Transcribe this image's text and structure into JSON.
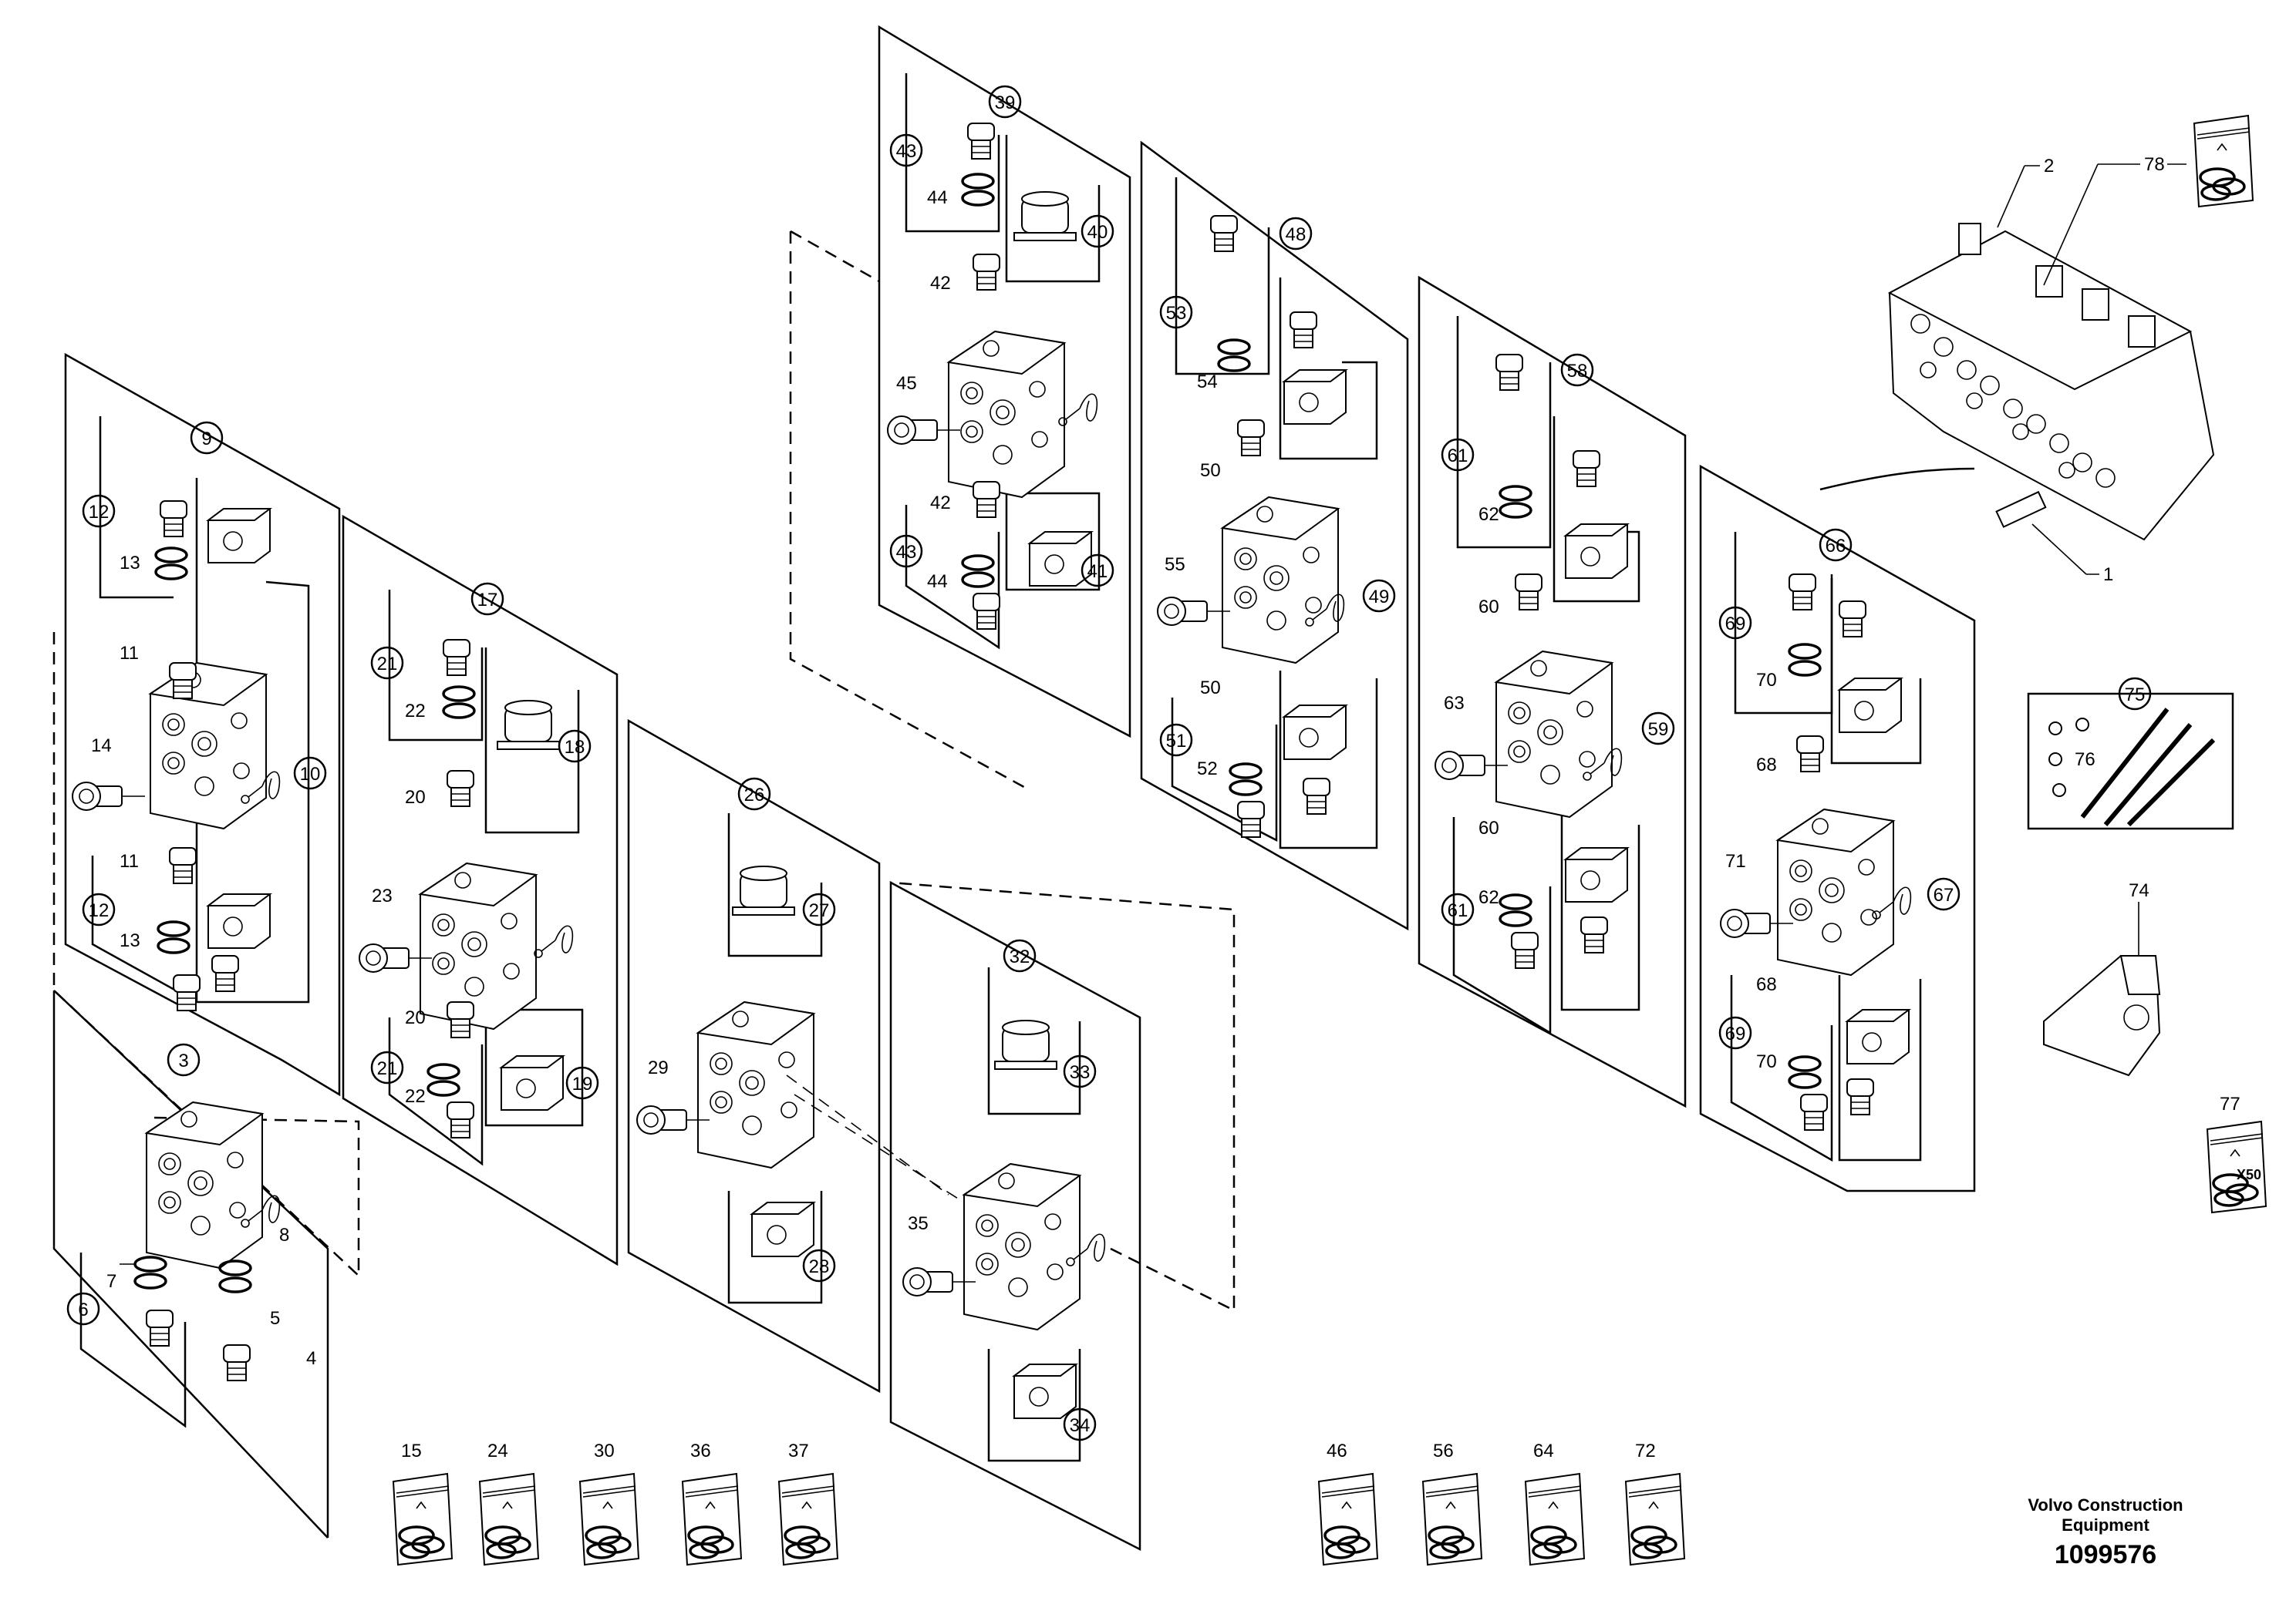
{
  "assembly": {
    "callouts": {
      "main_block": "2",
      "seal_kit_main": "78",
      "bolt": "1"
    }
  },
  "sections": [
    {
      "id": "3",
      "subs": {
        "b": "6",
        "c": "7",
        "d": "5",
        "e": "4",
        "f": "8"
      }
    },
    {
      "id": "9",
      "subs": {
        "a": "12",
        "b": "13",
        "c": "11",
        "d": "14",
        "e": "10",
        "f": "11",
        "g": "12",
        "h": "13"
      }
    },
    {
      "id": "17",
      "subs": {
        "a": "21",
        "b": "22",
        "c": "18",
        "d": "20",
        "e": "23",
        "f": "20",
        "g": "21",
        "h": "22",
        "i": "19"
      }
    },
    {
      "id": "26",
      "subs": {
        "a": "27",
        "b": "29",
        "c": "28"
      }
    },
    {
      "id": "32",
      "subs": {
        "a": "33",
        "b": "35",
        "c": "34"
      }
    },
    {
      "id": "39",
      "subs": {
        "a": "43",
        "b": "44",
        "c": "40",
        "d": "42",
        "e": "45",
        "f": "42",
        "g": "43",
        "h": "44",
        "i": "41"
      }
    },
    {
      "id": "48",
      "subs": {
        "a": "53",
        "b": "54",
        "c": "50",
        "d": "55",
        "e": "49",
        "f": "50",
        "g": "51",
        "h": "52"
      }
    },
    {
      "id": "58",
      "subs": {
        "a": "61",
        "b": "62",
        "c": "60",
        "d": "63",
        "e": "59",
        "f": "60",
        "g": "61",
        "h": "62"
      }
    },
    {
      "id": "66",
      "subs": {
        "a": "69",
        "b": "70",
        "c": "68",
        "d": "71",
        "e": "67",
        "f": "68",
        "g": "69",
        "h": "70"
      }
    }
  ],
  "tie_rod_kit": {
    "id": "75",
    "nut": "76"
  },
  "bracket": {
    "id": "74"
  },
  "bulk_kit": {
    "id": "77",
    "qty_label": "X50"
  },
  "seal_kits": [
    {
      "label": "15"
    },
    {
      "label": "24"
    },
    {
      "label": "30"
    },
    {
      "label": "36"
    },
    {
      "label": "37"
    },
    {
      "label": "46"
    },
    {
      "label": "56"
    },
    {
      "label": "64"
    },
    {
      "label": "72"
    }
  ],
  "footer": {
    "brand_line1": "Volvo Construction",
    "brand_line2": "Equipment",
    "doc_number": "1099576"
  }
}
